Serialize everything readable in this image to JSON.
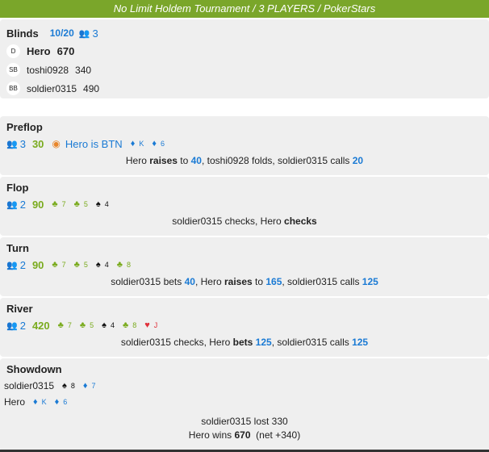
{
  "header": {
    "title": "No Limit Holdem Tournament / 3 PLAYERS / PokerStars"
  },
  "blinds": {
    "label": "Blinds",
    "level": "10/20",
    "players": "3",
    "seats": [
      {
        "pos": "D",
        "name": "Hero",
        "stack": "670",
        "bold": true
      },
      {
        "pos": "SB",
        "name": "toshi0928",
        "stack": "340"
      },
      {
        "pos": "BB",
        "name": "soldier0315",
        "stack": "490"
      }
    ]
  },
  "streets": [
    {
      "title": "Preflop",
      "players": "3",
      "pot": "30",
      "hero_pos": "Hero is BTN",
      "cards": [
        {
          "suit": "d",
          "rank": "K"
        },
        {
          "suit": "d",
          "rank": "6"
        }
      ],
      "action": [
        {
          "t": "Hero "
        },
        {
          "t": "raises",
          "b": 1
        },
        {
          "t": " to "
        },
        {
          "t": "40",
          "b": 1,
          "c": 1
        },
        {
          "t": ", toshi0928 folds, soldier0315 calls "
        },
        {
          "t": "20",
          "b": 1,
          "c": 1
        }
      ]
    },
    {
      "title": "Flop",
      "players": "2",
      "pot": "90",
      "cards": [
        {
          "suit": "c",
          "rank": "7"
        },
        {
          "suit": "c",
          "rank": "5"
        },
        {
          "suit": "s",
          "rank": "4"
        }
      ],
      "action": [
        {
          "t": "soldier0315 checks, Hero "
        },
        {
          "t": "checks",
          "b": 1
        }
      ]
    },
    {
      "title": "Turn",
      "players": "2",
      "pot": "90",
      "cards": [
        {
          "suit": "c",
          "rank": "7"
        },
        {
          "suit": "c",
          "rank": "5"
        },
        {
          "suit": "s",
          "rank": "4"
        },
        {
          "suit": "c",
          "rank": "8"
        }
      ],
      "action": [
        {
          "t": "soldier0315 bets "
        },
        {
          "t": "40",
          "b": 1,
          "c": 1
        },
        {
          "t": ", Hero "
        },
        {
          "t": "raises",
          "b": 1
        },
        {
          "t": " to "
        },
        {
          "t": "165",
          "b": 1,
          "c": 1
        },
        {
          "t": ", soldier0315 calls "
        },
        {
          "t": "125",
          "b": 1,
          "c": 1
        }
      ]
    },
    {
      "title": "River",
      "players": "2",
      "pot": "420",
      "cards": [
        {
          "suit": "c",
          "rank": "7"
        },
        {
          "suit": "c",
          "rank": "5"
        },
        {
          "suit": "s",
          "rank": "4"
        },
        {
          "suit": "c",
          "rank": "8"
        },
        {
          "suit": "h",
          "rank": "J"
        }
      ],
      "action": [
        {
          "t": "soldier0315 checks, Hero "
        },
        {
          "t": "bets",
          "b": 1
        },
        {
          "t": " "
        },
        {
          "t": "125",
          "b": 1,
          "c": 1
        },
        {
          "t": ", soldier0315 calls "
        },
        {
          "t": "125",
          "b": 1,
          "c": 1
        }
      ]
    }
  ],
  "showdown": {
    "title": "Showdown",
    "hands": [
      {
        "name": "soldier0315",
        "cards": [
          {
            "suit": "s",
            "rank": "8"
          },
          {
            "suit": "d",
            "rank": "7"
          }
        ]
      },
      {
        "name": "Hero",
        "cards": [
          {
            "suit": "d",
            "rank": "K"
          },
          {
            "suit": "d",
            "rank": "6"
          }
        ]
      }
    ],
    "loser": "soldier0315 lost 330",
    "winner_prefix": "Hero wins ",
    "winner_amount": "670",
    "winner_net": "(net +340)"
  },
  "suits": {
    "c": "♣",
    "d": "♦",
    "s": "♠",
    "h": "♥"
  },
  "colors": {
    "header": "#7aa62a",
    "blue": "#1a7ad4",
    "green": "#7aab1e",
    "hearts": "#e0303a"
  }
}
